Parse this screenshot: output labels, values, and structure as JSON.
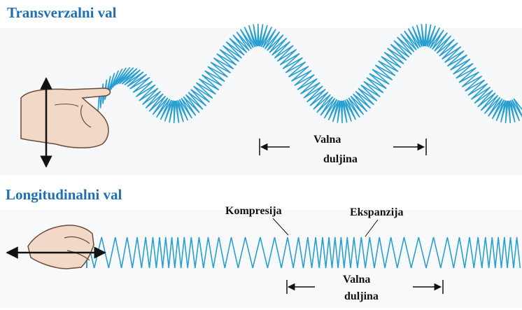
{
  "transverse": {
    "title": "Transverzalni val",
    "wavelength_line1": "Valna",
    "wavelength_line2": "duljina"
  },
  "longitudinal": {
    "title": "Longitudinalni val",
    "wavelength_line1": "Valna",
    "wavelength_line2": "duljina",
    "compression_label": "Kompresija",
    "expansion_label": "Ekspanzija"
  },
  "colors": {
    "title": "#1f6fb5",
    "spring": "#2a9fd0",
    "spring_dark": "#1a7db0",
    "skin": "#f2d8c6",
    "skin_outline": "#6b4a3a",
    "text": "#111111"
  },
  "icons": {
    "hand": "hand-icon",
    "double_arrow_vertical": "vertical-double-arrow-icon",
    "double_arrow_horizontal": "horizontal-double-arrow-icon"
  }
}
